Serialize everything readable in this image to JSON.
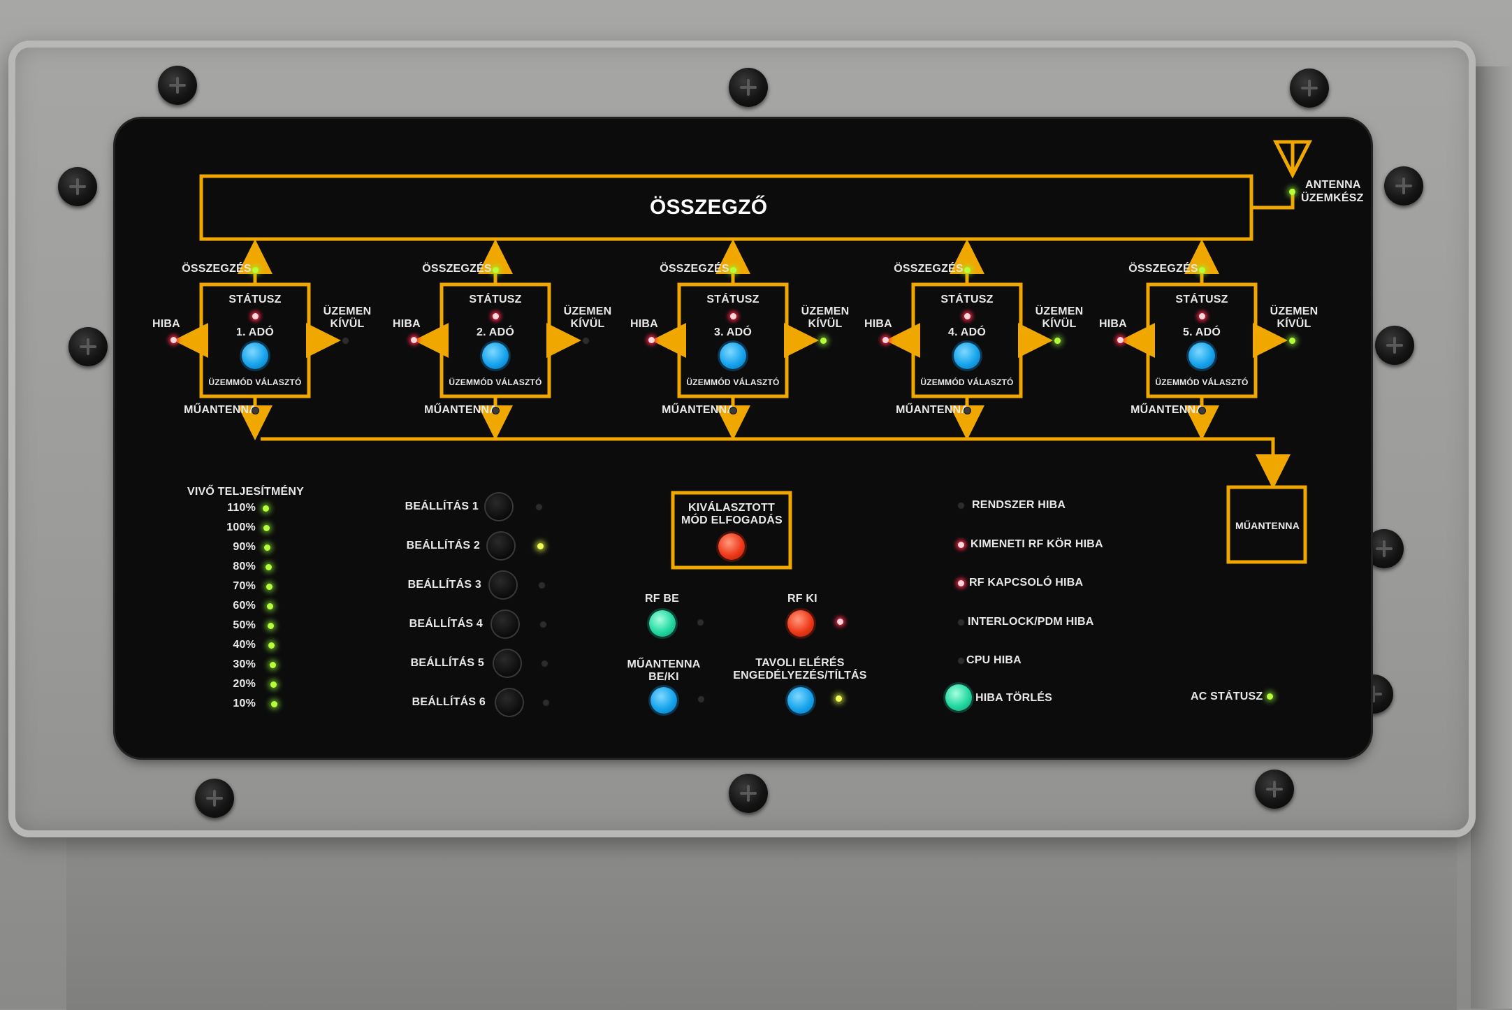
{
  "combiner": {
    "title": "ÖSSZEGZŐ"
  },
  "antenna": {
    "label_line1": "ANTENNA",
    "label_line2": "ÜZEMKÉSZ"
  },
  "colors": {
    "panel": "#0c0c0d",
    "line": "#f0a800",
    "label": "#e9e9e9",
    "button_blue": "#17a4ec",
    "button_green": "#23d9a1",
    "button_red": "#ef3a1a",
    "led_green": "#b7ff3c",
    "led_red": "#ff2846"
  },
  "transmitters": [
    {
      "name": "1. ADÓ",
      "status": "STÁTUSZ",
      "mode": "ÜZEMMÓD VÁLASZTÓ",
      "summing": "ÖSSZEGZÉS",
      "fault": "HIBA",
      "offline_l1": "ÜZEMEN",
      "offline_l2": "KÍVÜL",
      "dummy": "MŰANTENNA"
    },
    {
      "name": "2. ADÓ",
      "status": "STÁTUSZ",
      "mode": "ÜZEMMÓD VÁLASZTÓ",
      "summing": "ÖSSZEGZÉS",
      "fault": "HIBA",
      "offline_l1": "ÜZEMEN",
      "offline_l2": "KÍVÜL",
      "dummy": "MŰANTENNA"
    },
    {
      "name": "3. ADÓ",
      "status": "STÁTUSZ",
      "mode": "ÜZEMMÓD VÁLASZTÓ",
      "summing": "ÖSSZEGZÉS",
      "fault": "HIBA",
      "offline_l1": "ÜZEMEN",
      "offline_l2": "KÍVÜL",
      "dummy": "MŰANTENNA"
    },
    {
      "name": "4. ADÓ",
      "status": "STÁTUSZ",
      "mode": "ÜZEMMÓD VÁLASZTÓ",
      "summing": "ÖSSZEGZÉS",
      "fault": "HIBA",
      "offline_l1": "ÜZEMEN",
      "offline_l2": "KÍVÜL",
      "dummy": "MŰANTENNA"
    },
    {
      "name": "5. ADÓ",
      "status": "STÁTUSZ",
      "mode": "ÜZEMMÓD VÁLASZTÓ",
      "summing": "ÖSSZEGZÉS",
      "fault": "HIBA",
      "offline_l1": "ÜZEMEN",
      "offline_l2": "KÍVÜL",
      "dummy": "MŰANTENNA"
    }
  ],
  "dummy_load": {
    "label": "MŰANTENNA"
  },
  "carrier_power": {
    "title": "VIVŐ TELJESÍTMÉNY",
    "levels": [
      "110%",
      "100%",
      "90%",
      "80%",
      "70%",
      "60%",
      "50%",
      "40%",
      "30%",
      "20%",
      "10%"
    ]
  },
  "settings": [
    "BEÁLLÍTÁS 1",
    "BEÁLLÍTÁS 2",
    "BEÁLLÍTÁS 3",
    "BEÁLLÍTÁS 4",
    "BEÁLLÍTÁS 5",
    "BEÁLLÍTÁS 6"
  ],
  "mode_accept": {
    "line1": "KIVÁLASZTOTT",
    "line2": "MÓD ELFOGADÁS"
  },
  "rf_on": "RF BE",
  "rf_off": "RF KI",
  "dummy_toggle": {
    "line1": "MŰANTENNA",
    "line2": "BE/KI"
  },
  "remote": {
    "line1": "TAVOLI ELÉRÉS",
    "line2": "ENGEDÉLYEZÉS/TÍLTÁS"
  },
  "faults": [
    "RENDSZER HIBA",
    "KIMENETI RF KÖR HIBA",
    "RF KAPCSOLÓ HIBA",
    "INTERLOCK/PDM HIBA",
    "CPU HIBA"
  ],
  "fault_reset": "HIBA TÖRLÉS",
  "ac_status": "AC STÁTUSZ"
}
